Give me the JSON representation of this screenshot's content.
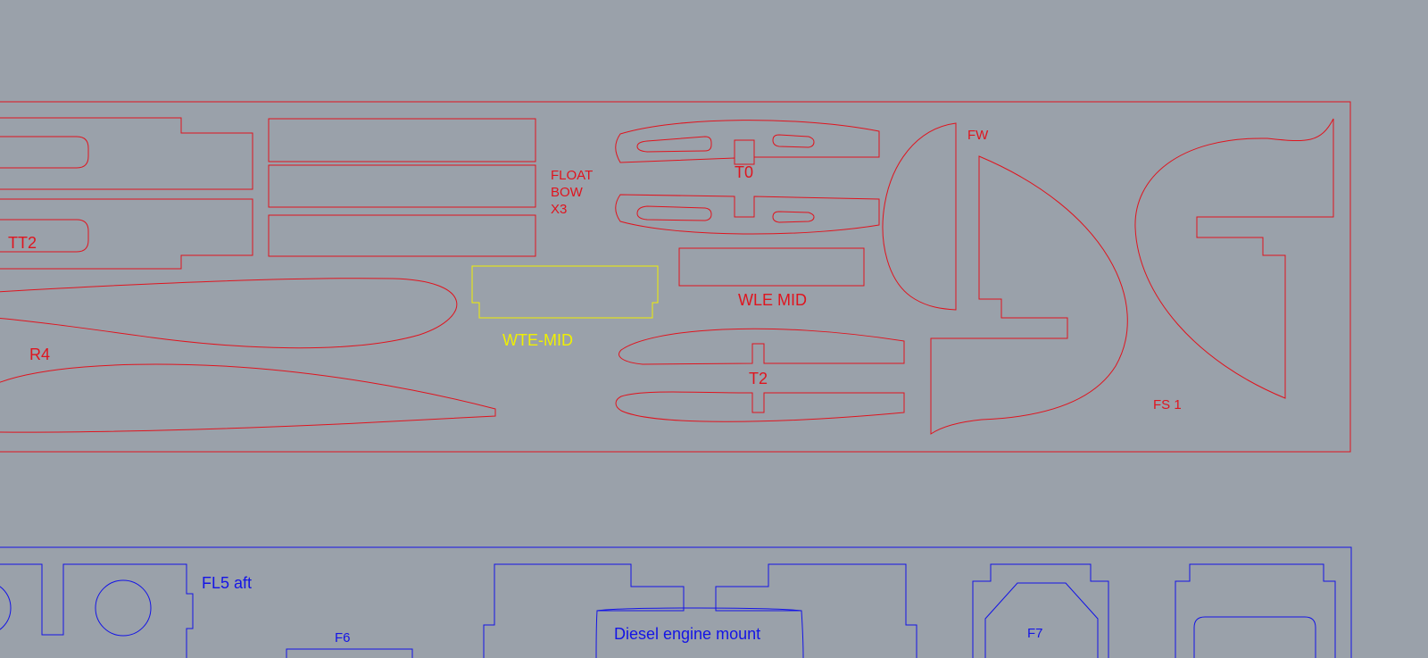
{
  "colors": {
    "background": "#9aa1aa",
    "red_layer": "#e0141e",
    "yellow_layer": "#f0f000",
    "blue_layer": "#1414e6"
  },
  "top_sheet": {
    "labels": {
      "tt2": "TT2",
      "r4": "R4",
      "float_bow_line1": "FLOAT",
      "float_bow_line2": "BOW",
      "float_bow_line3": "X3",
      "wte_mid": "WTE-MID",
      "t0": "T0",
      "t2": "T2",
      "wle_mid": "WLE MID",
      "fw": "FW",
      "fs1": "FS 1"
    }
  },
  "bottom_sheet": {
    "labels": {
      "fl5_aft": "FL5 aft",
      "f6": "F6",
      "diesel_engine_mount": "Diesel engine mount",
      "f7": "F7"
    }
  }
}
